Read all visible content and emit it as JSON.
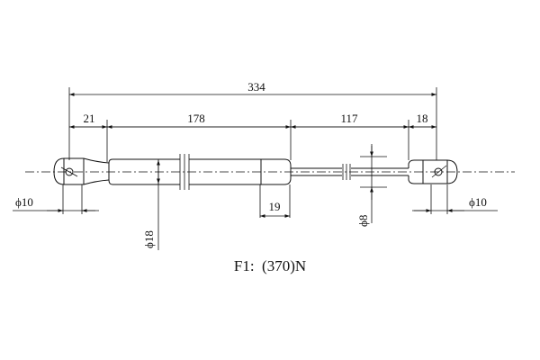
{
  "drawing": {
    "dimensions": {
      "overall": "334",
      "left_end": "21",
      "body": "178",
      "stroke": "117",
      "right_end": "18",
      "left_eye_diameter": "ϕ10",
      "right_eye_diameter": "ϕ10",
      "body_diameter": "ϕ18",
      "collar": "19",
      "rod_diameter": "ϕ8"
    },
    "force_label": "F1:  (370)N"
  }
}
